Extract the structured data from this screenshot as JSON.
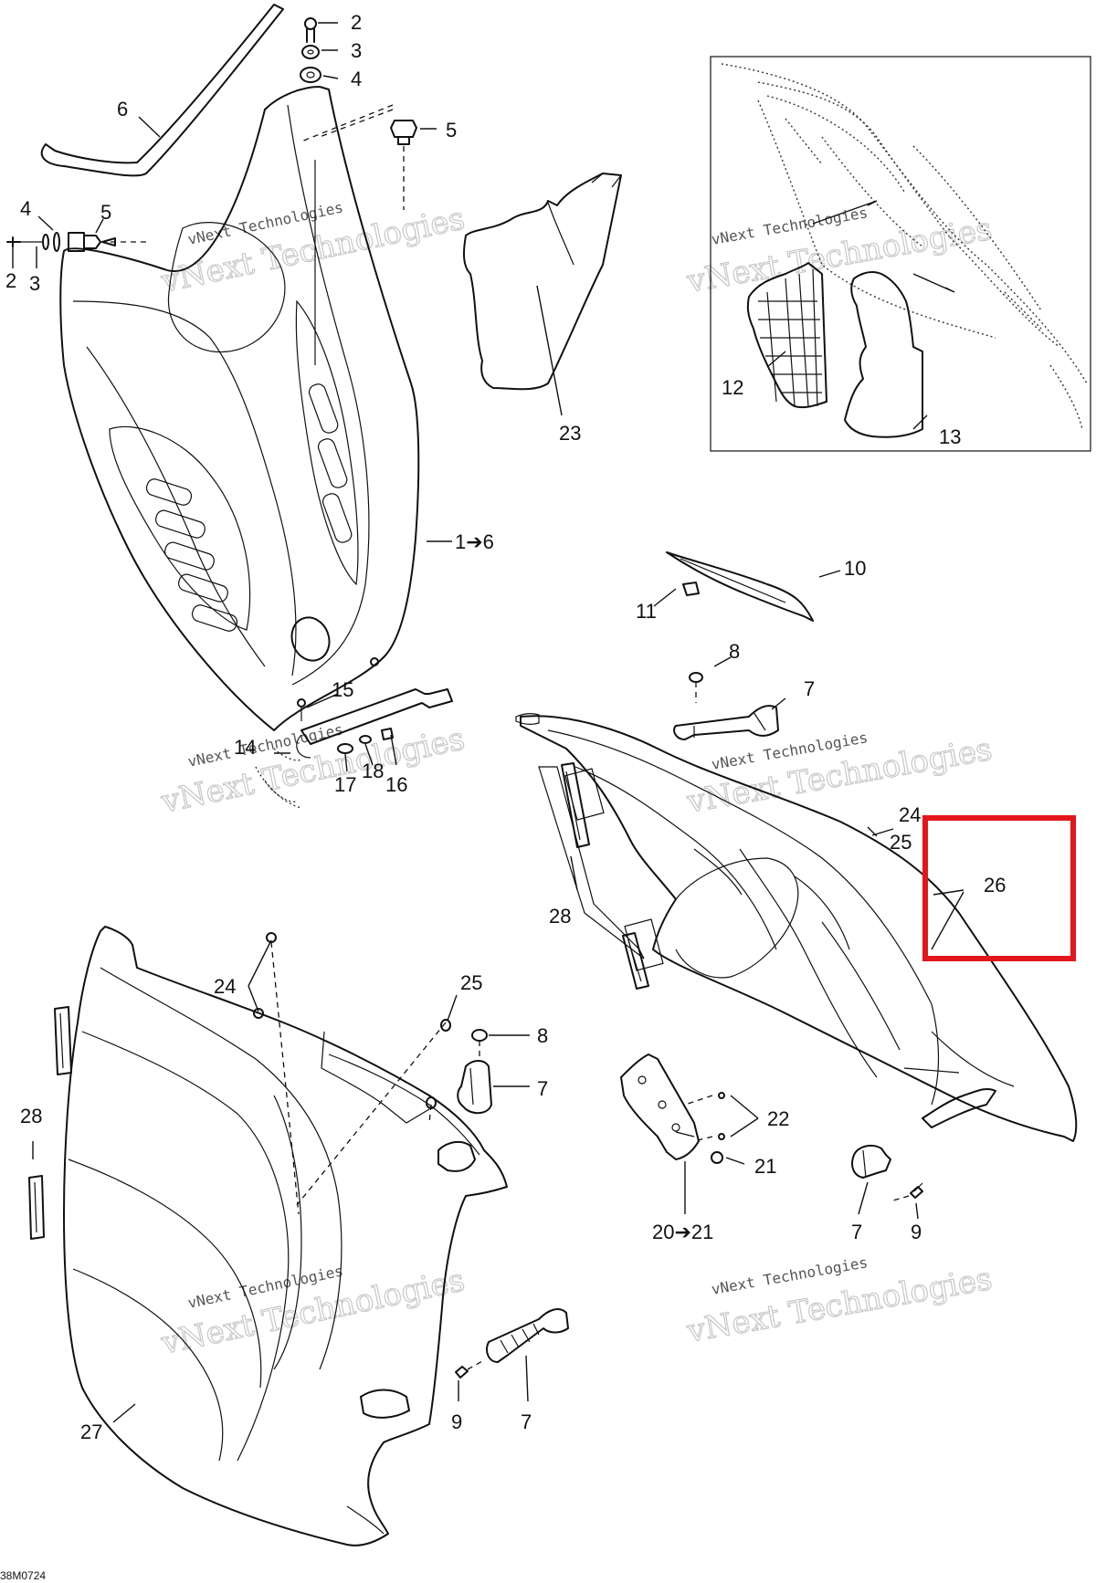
{
  "callouts": [
    {
      "label": "2"
    },
    {
      "label": "3"
    },
    {
      "label": "4"
    },
    {
      "label": "5"
    },
    {
      "label": "6"
    },
    {
      "label": "4"
    },
    {
      "label": "5"
    },
    {
      "label": "2"
    },
    {
      "label": "3"
    },
    {
      "label": "23"
    },
    {
      "label": "12"
    },
    {
      "label": "13"
    },
    {
      "label": "1➔6"
    },
    {
      "label": "10"
    },
    {
      "label": "11"
    },
    {
      "label": "8"
    },
    {
      "label": "7"
    },
    {
      "label": "15"
    },
    {
      "label": "14"
    },
    {
      "label": "17"
    },
    {
      "label": "18"
    },
    {
      "label": "16"
    },
    {
      "label": "24"
    },
    {
      "label": "25"
    },
    {
      "label": "26"
    },
    {
      "label": "28"
    },
    {
      "label": "24"
    },
    {
      "label": "25"
    },
    {
      "label": "8"
    },
    {
      "label": "7"
    },
    {
      "label": "28"
    },
    {
      "label": "22"
    },
    {
      "label": "21"
    },
    {
      "label": "20➔21"
    },
    {
      "label": "7"
    },
    {
      "label": "9"
    },
    {
      "label": "9"
    },
    {
      "label": "7"
    },
    {
      "label": "27"
    }
  ],
  "watermark": {
    "line1": "vNext Technologies",
    "big": "vNext Technologies"
  },
  "drawing_code": "38M0724",
  "highlight": {
    "color": "#e3161b",
    "label": "26"
  }
}
